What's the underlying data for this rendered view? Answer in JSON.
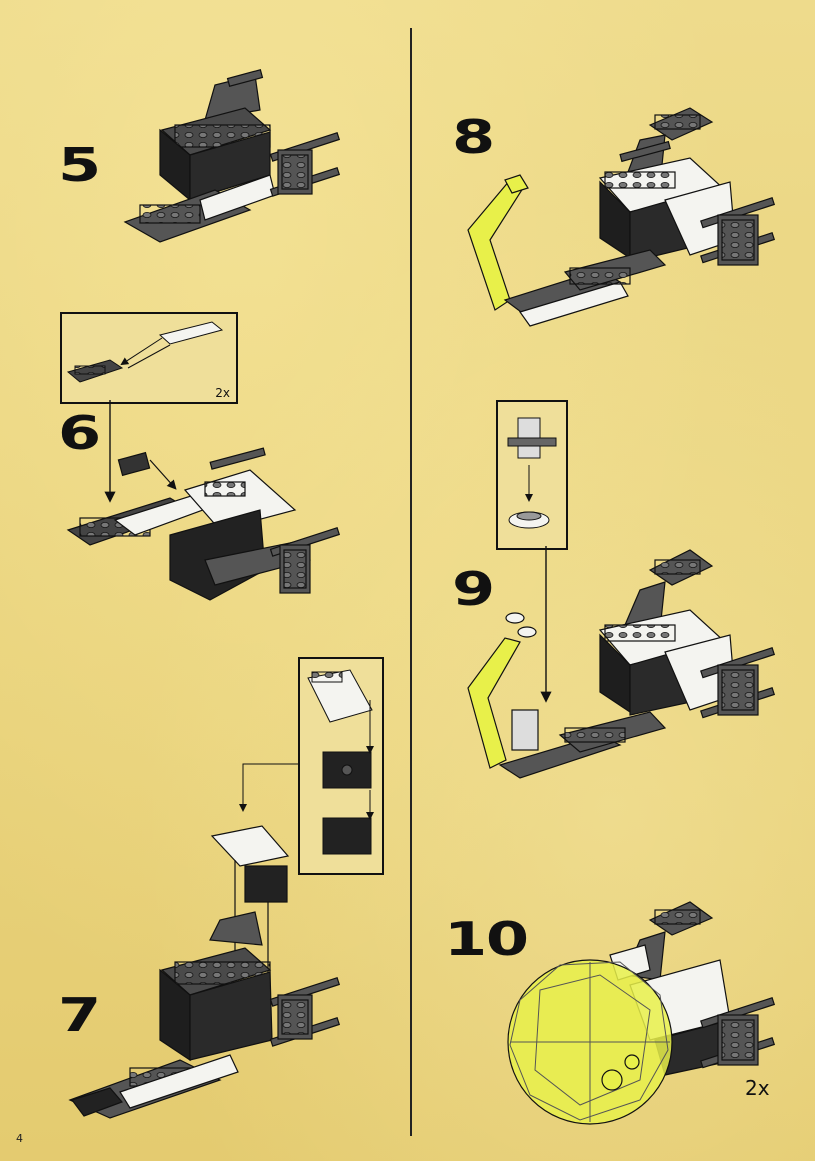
{
  "page": {
    "page_number": "4"
  },
  "steps": [
    {
      "number": "5"
    },
    {
      "number": "6",
      "callout_multiplier": "2x"
    },
    {
      "number": "7"
    },
    {
      "number": "8"
    },
    {
      "number": "9"
    },
    {
      "number": "10",
      "multiplier": "2x"
    }
  ],
  "colors": {
    "background": "#e9d37c",
    "dark_grey": "#555555",
    "black": "#1a1a1a",
    "white": "#f4f4f0",
    "trans_yellow": "#e8f04a"
  }
}
